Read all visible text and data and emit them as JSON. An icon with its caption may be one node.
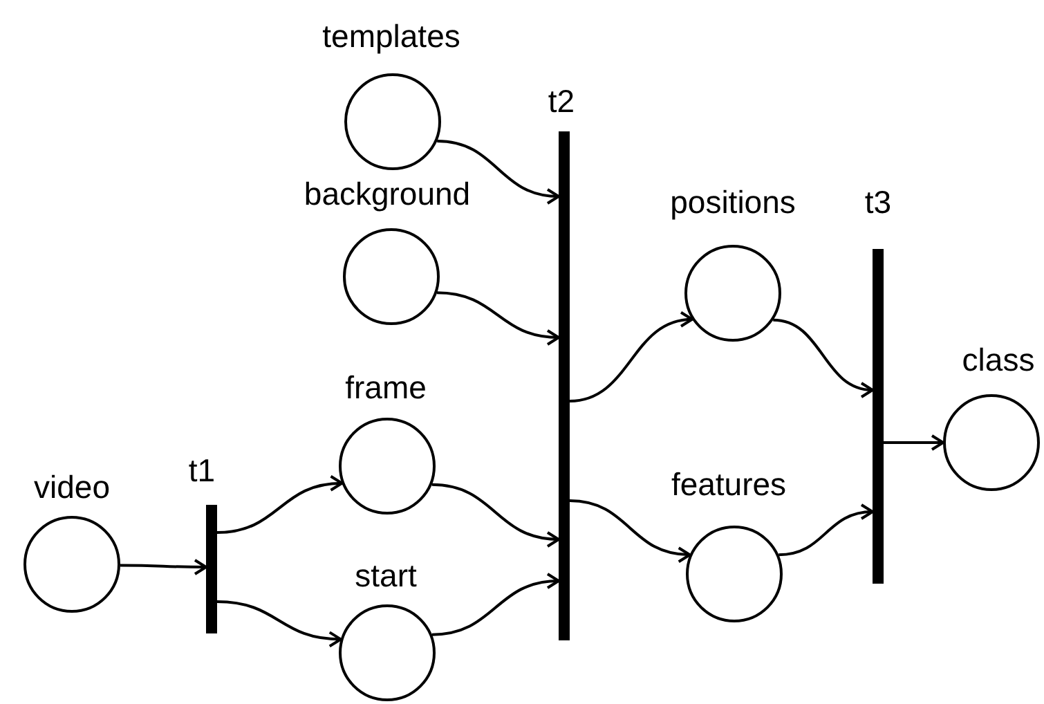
{
  "diagram": {
    "nodes": [
      {
        "text": [],
        "shape": "circle",
        "beside": [
          "templates"
        ]
      },
      {
        "text": [],
        "shape": "circle",
        "beside": [
          "background"
        ]
      },
      {
        "text": [],
        "shape": "circle",
        "beside": [
          "frame"
        ]
      },
      {
        "text": [],
        "shape": "circle",
        "beside": [
          "start"
        ]
      },
      {
        "text": [],
        "shape": "circle",
        "beside": [
          "video"
        ]
      },
      {
        "text": [],
        "shape": "bar",
        "beside": [
          "t1"
        ]
      },
      {
        "text": [],
        "shape": "bar",
        "beside": [
          "t2"
        ]
      },
      {
        "text": [],
        "shape": "circle",
        "beside": [
          "positions"
        ]
      },
      {
        "text": [],
        "shape": "circle",
        "beside": [
          "features"
        ]
      },
      {
        "text": [],
        "shape": "bar",
        "beside": [
          "t3"
        ]
      },
      {
        "text": [],
        "shape": "circle",
        "beside": [
          "class"
        ]
      }
    ],
    "edges": [
      {
        "from": 4,
        "to": 5,
        "arrow": "to"
      },
      {
        "from": 5,
        "to": 2,
        "arrow": "to"
      },
      {
        "from": 5,
        "to": 3,
        "arrow": "to"
      },
      {
        "from": 0,
        "to": 6,
        "arrow": "to"
      },
      {
        "from": 1,
        "to": 6,
        "arrow": "to"
      },
      {
        "from": 2,
        "to": 6,
        "arrow": "to"
      },
      {
        "from": 3,
        "to": 6,
        "arrow": "to"
      },
      {
        "from": 6,
        "to": 7,
        "arrow": "to"
      },
      {
        "from": 6,
        "to": 8,
        "arrow": "to"
      },
      {
        "from": 7,
        "to": 9,
        "arrow": "to"
      },
      {
        "from": 8,
        "to": 9,
        "arrow": "to"
      },
      {
        "from": 9,
        "to": 10,
        "arrow": "to"
      }
    ]
  }
}
